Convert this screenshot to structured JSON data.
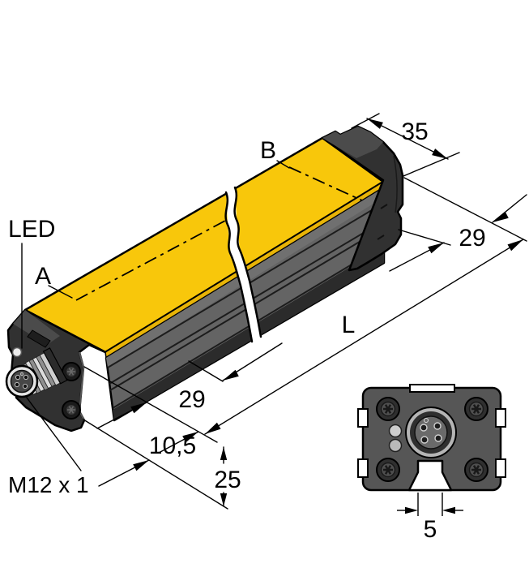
{
  "labels": {
    "led": "LED",
    "zone_a": "A",
    "zone_b": "B",
    "length": "L",
    "connector_thread": "M12 x 1"
  },
  "dimensions": {
    "top_width": "35",
    "profile_height": "29",
    "groove_offset": "29",
    "flange_thickness": "10,5",
    "flange_height": "25",
    "slot_width": "5"
  },
  "colors": {
    "housing_yellow": "#F8C70B",
    "housing_bevel": "#E8B407",
    "profile_gray": "#646464",
    "profile_dark_band": "#2B2B2B",
    "cap_gray": "#313131",
    "cap_facet": "#4B4B4B",
    "end_view_gray": "#565656",
    "led_dot": "#ECECEC",
    "outline_black": "#000000"
  }
}
